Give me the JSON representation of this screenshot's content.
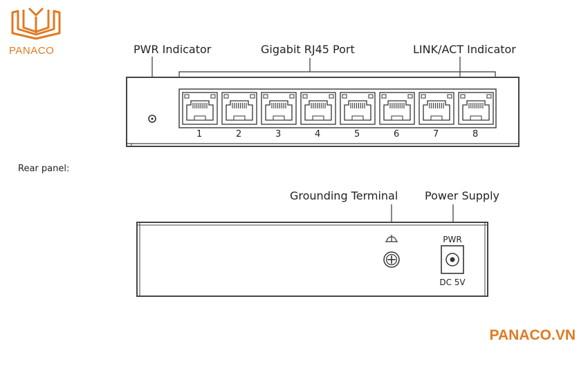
{
  "brand": {
    "logo_text": "PANACO",
    "url": "PANACO.VN",
    "accent_color": "#e07a22"
  },
  "front_panel": {
    "callouts": {
      "pwr_indicator": "PWR Indicator",
      "gigabit_port": "Gigabit RJ45 Port",
      "link_act_indicator": "LINK/ACT Indicator"
    },
    "port_numbers": [
      "1",
      "2",
      "3",
      "4",
      "5",
      "6",
      "7",
      "8"
    ]
  },
  "rear_panel": {
    "section_label": "Rear panel:",
    "callouts": {
      "grounding_terminal": "Grounding Terminal",
      "power_supply": "Power Supply"
    },
    "pwr_label": "PWR",
    "dc_label": "DC 5V"
  }
}
